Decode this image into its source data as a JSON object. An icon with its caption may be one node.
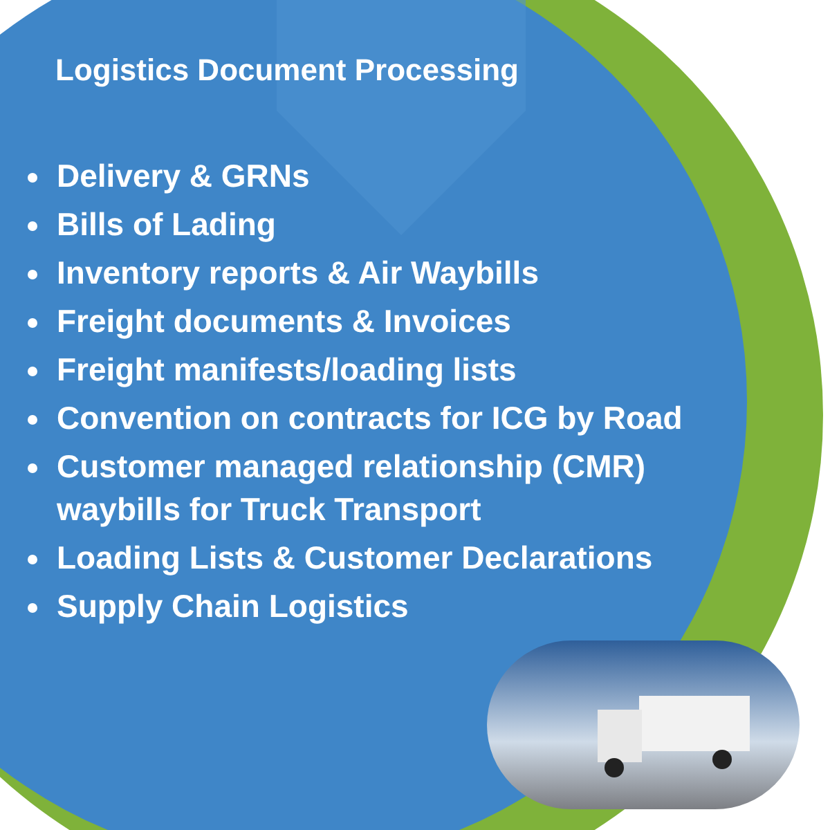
{
  "diagram": {
    "title": "Logistics Document Processing",
    "labels": [
      "Delivery & GRNs",
      "Bills of Lading",
      "Inventory reports & Air Waybills",
      "Freight documents & Invoices",
      "Freight manifests/loading lists",
      "Convention on contracts for ICG by Road",
      "Customer managed relationship (CMR) waybills for Truck Transport",
      "Loading Lists & Customer Declarations",
      "Supply Chain Logistics"
    ]
  }
}
